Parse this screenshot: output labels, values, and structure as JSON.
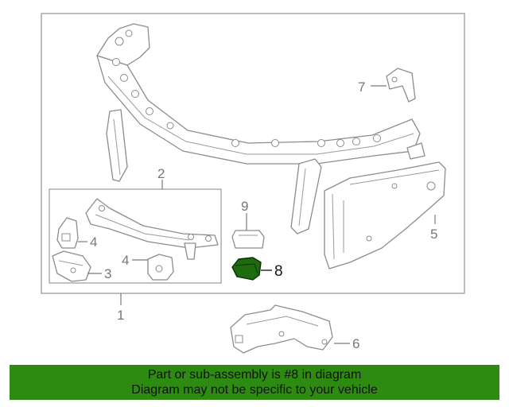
{
  "callouts": {
    "c1": "1",
    "c2": "2",
    "c3": "3",
    "c4a": "4",
    "c4b": "4",
    "c5": "5",
    "c6": "6",
    "c7": "7",
    "c8": "8",
    "c9": "9"
  },
  "banner": {
    "line1": "Part or sub-assembly is #8 in diagram",
    "line2": "Diagram may not be specific to your vehicle"
  },
  "colors": {
    "highlight": "#1f6b0f",
    "banner": "#2e8b12",
    "line": "#8c8c8c"
  }
}
